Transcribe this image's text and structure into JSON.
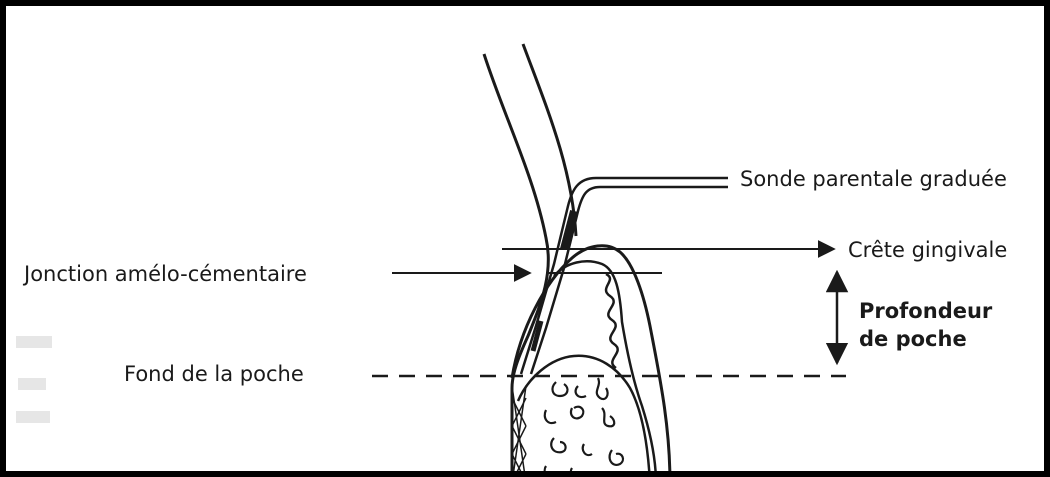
{
  "labels": {
    "probe": "Sonde parentale graduée",
    "crest": "Crête gingivale",
    "junction": "Jonction amélo-cémentaire",
    "pocket_bottom": "Fond de la poche",
    "depth_line1": "Profondeur",
    "depth_line2": "de poche"
  },
  "colors": {
    "ink": "#1a1a1a",
    "frame": "#000000",
    "background": "#ffffff"
  }
}
